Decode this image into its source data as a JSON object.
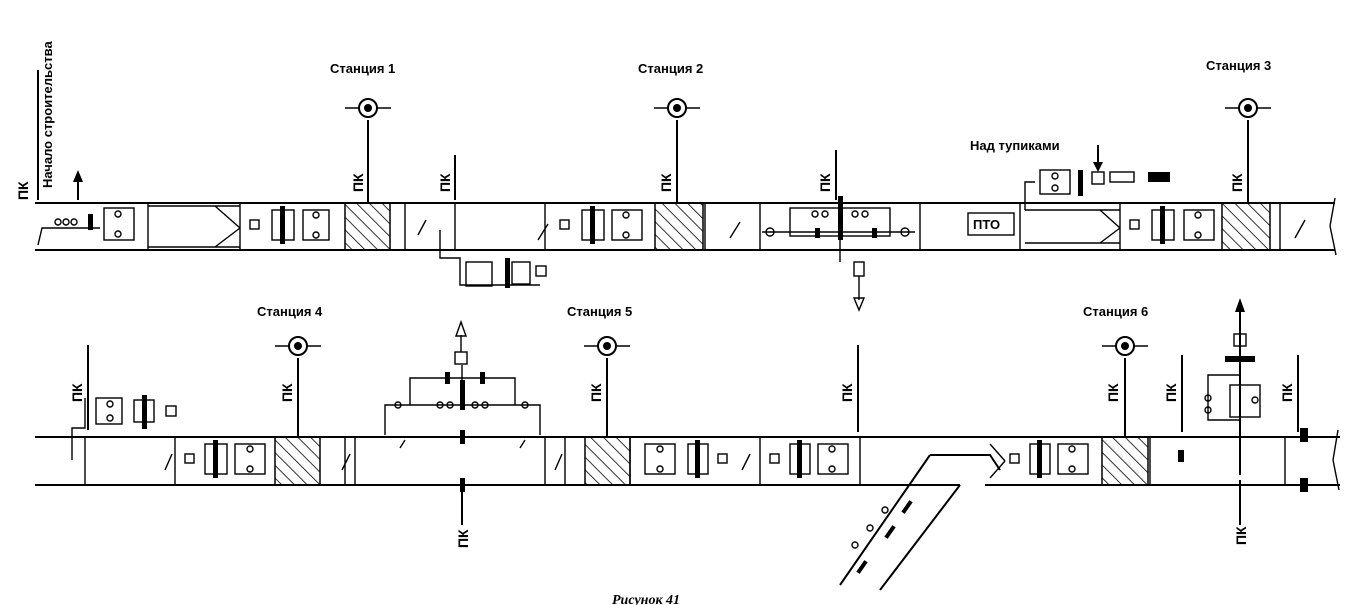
{
  "labels": {
    "construction_start": "Начало строительства",
    "station_1": "Станция 1",
    "station_2": "Станция 2",
    "station_3": "Станция 3",
    "station_4": "Станция 4",
    "station_5": "Станция 5",
    "station_6": "Станция 6",
    "over_dead_ends": "Над тупиками",
    "pto": "ПТО",
    "pk": "ПК",
    "caption": "Рисунок 41"
  }
}
